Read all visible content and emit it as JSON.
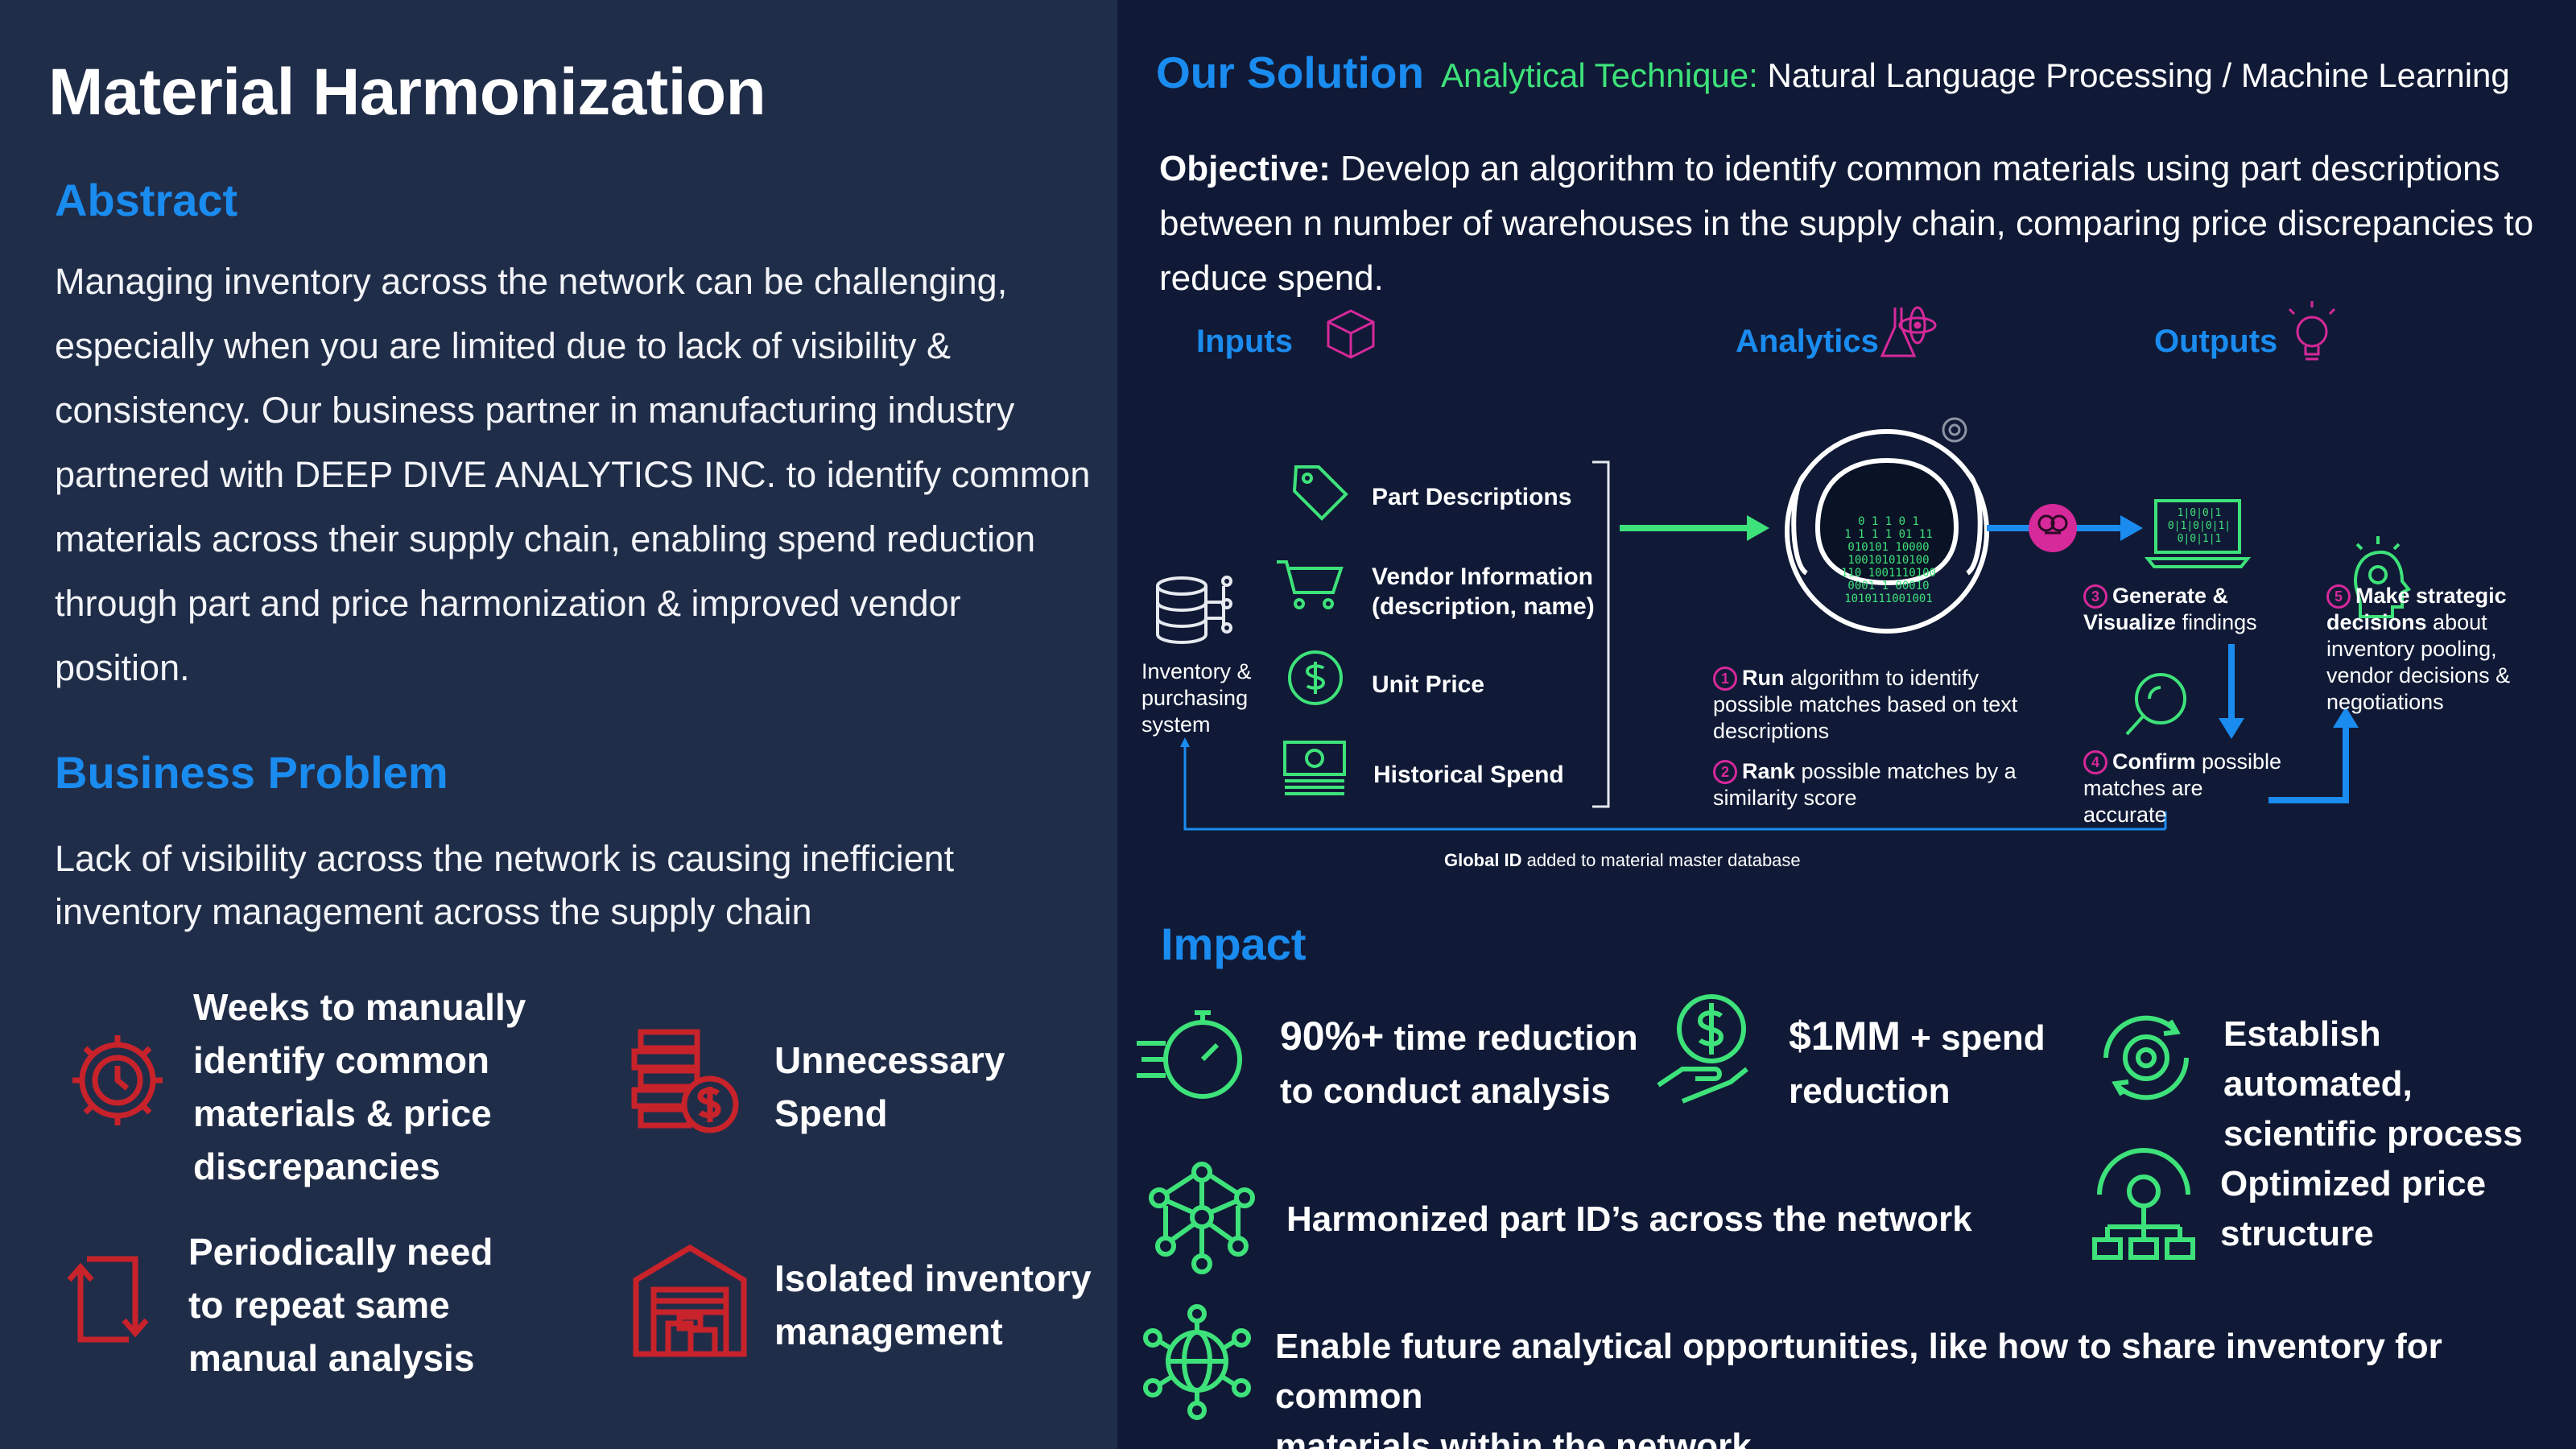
{
  "title": "Material Harmonization",
  "abstract": {
    "heading": "Abstract",
    "text": "Managing inventory across the network can be challenging, especially when you are limited due to lack of visibility & consistency. Our business partner in manufacturing industry partnered with DEEP DIVE ANALYTICS INC. to identify common materials across their supply chain, enabling spend reduction through part and price harmonization & improved vendor position."
  },
  "business_problem": {
    "heading": "Business Problem",
    "text": "Lack of visibility across the network is causing inefficient inventory management across the supply chain",
    "items": [
      {
        "label_lines": [
          "Weeks to manually",
          "identify common",
          "materials & price",
          "discrepancies"
        ],
        "icon": "gear-clock-icon"
      },
      {
        "label_lines": [
          "Unnecessary",
          "Spend"
        ],
        "icon": "money-stack-icon"
      },
      {
        "label_lines": [
          "Periodically need",
          "to repeat same",
          "manual analysis"
        ],
        "icon": "repeat-arrows-icon"
      },
      {
        "label_lines": [
          "Isolated inventory",
          "management"
        ],
        "icon": "warehouse-icon"
      }
    ],
    "icon_color": "#c8222a"
  },
  "solution": {
    "heading": "Our Solution",
    "technique_key": "Analytical Technique:",
    "technique_value": "Natural Language Processing / Machine Learning",
    "objective_key": "Objective:",
    "objective_text": "Develop an algorithm to identify common materials using part descriptions between n number of warehouses in the supply chain, comparing price discrepancies to reduce spend."
  },
  "flow": {
    "inputs_head": "Inputs",
    "analytics_head": "Analytics",
    "outputs_head": "Outputs",
    "source_lines": [
      "Inventory &",
      "purchasing",
      "system"
    ],
    "inputs": [
      {
        "label_lines": [
          "Part Descriptions"
        ],
        "icon": "tag-icon"
      },
      {
        "label_lines": [
          "Vendor Information",
          "(description, name)"
        ],
        "icon": "cart-icon"
      },
      {
        "label_lines": [
          "Unit Price"
        ],
        "icon": "dollar-icon"
      },
      {
        "label_lines": [
          "Historical Spend"
        ],
        "icon": "cash-icon"
      }
    ],
    "step1": {
      "num": "1",
      "bold": "Run",
      "rest_lines": [
        " algorithm to identify",
        "possible matches based on text",
        "descriptions"
      ]
    },
    "step2": {
      "num": "2",
      "bold": "Rank",
      "rest_lines": [
        " possible matches by a",
        "similarity score"
      ]
    },
    "step3": {
      "num": "3",
      "bold_lines": [
        "Generate &",
        "Visualize"
      ],
      "rest": " findings"
    },
    "step4": {
      "num": "4",
      "bold": "Confirm",
      "rest_lines": [
        " possible",
        "matches are",
        "accurate"
      ]
    },
    "step5": {
      "num": "5",
      "bold_lines": [
        "Make strategic",
        "decisions"
      ],
      "rest_lines": [
        " about",
        "inventory pooling,",
        "vendor decisions &",
        "negotiations"
      ]
    },
    "global_bold": "Global ID",
    "global_rest": " added to material master database",
    "matrix_rows": [
      "0 1   1  0  1 ",
      "1 1  1 1 01 11",
      "010101 10000",
      "100101010100",
      "110 1001110100",
      "0001 1 00010",
      "1010111001001"
    ],
    "screen_digits": [
      "1|0|0|1",
      "0|1|0|0|1|",
      "0|0|1|1"
    ]
  },
  "impact": {
    "heading": "Impact",
    "items": [
      {
        "bold": "90%+",
        "rest": " time reduction",
        "line2": "to conduct analysis",
        "icon": "stopwatch-icon"
      },
      {
        "bold": "$1MM",
        "rest": " + spend",
        "line2": "reduction",
        "icon": "dollar-hand-icon"
      },
      {
        "bold": "",
        "rest": "Establish automated,",
        "line2": "scientific process",
        "icon": "gear-cycle-icon"
      },
      {
        "bold": "",
        "rest": "Harmonized part ID’s across the network",
        "line2": "",
        "icon": "network-icon"
      },
      {
        "bold": "",
        "rest": "Optimized price",
        "line2": "structure",
        "icon": "gear-hierarchy-icon"
      },
      {
        "bold": "",
        "rest": "Enable future analytical opportunities, like how to share inventory for common",
        "line2": "materials within the network",
        "icon": "globe-network-icon"
      }
    ],
    "icon_color": "#3ee27a"
  },
  "colors": {
    "accent_blue": "#1a8cf0",
    "accent_green": "#3ee27a",
    "accent_magenta": "#d6299a",
    "problem_red": "#c8222a",
    "left_bg": "#202d49",
    "right_bg": "#101a36"
  }
}
